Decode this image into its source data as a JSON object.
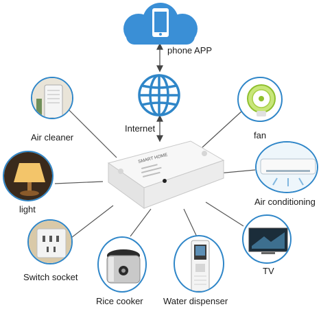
{
  "labels": {
    "phone_app": "phone APP",
    "internet": "Internet",
    "air_cleaner": "Air cleaner",
    "fan": "fan",
    "light": "light",
    "air_conditioning": "Air conditioning",
    "switch_socket": "Switch socket",
    "tv": "TV",
    "rice_cooker": "Rice cooker",
    "water_dispenser": "Water dispenser"
  },
  "device": {
    "brand_text": "SMART HOME"
  },
  "colors": {
    "accent_blue": "#2f86c8",
    "cloud_blue": "#3a8fd6",
    "line_gray": "#555555",
    "device_white": "#f2f2f2"
  },
  "icons": {
    "cloud": "cloud-icon",
    "phone": "smartphone-icon",
    "globe": "globe-icon"
  }
}
